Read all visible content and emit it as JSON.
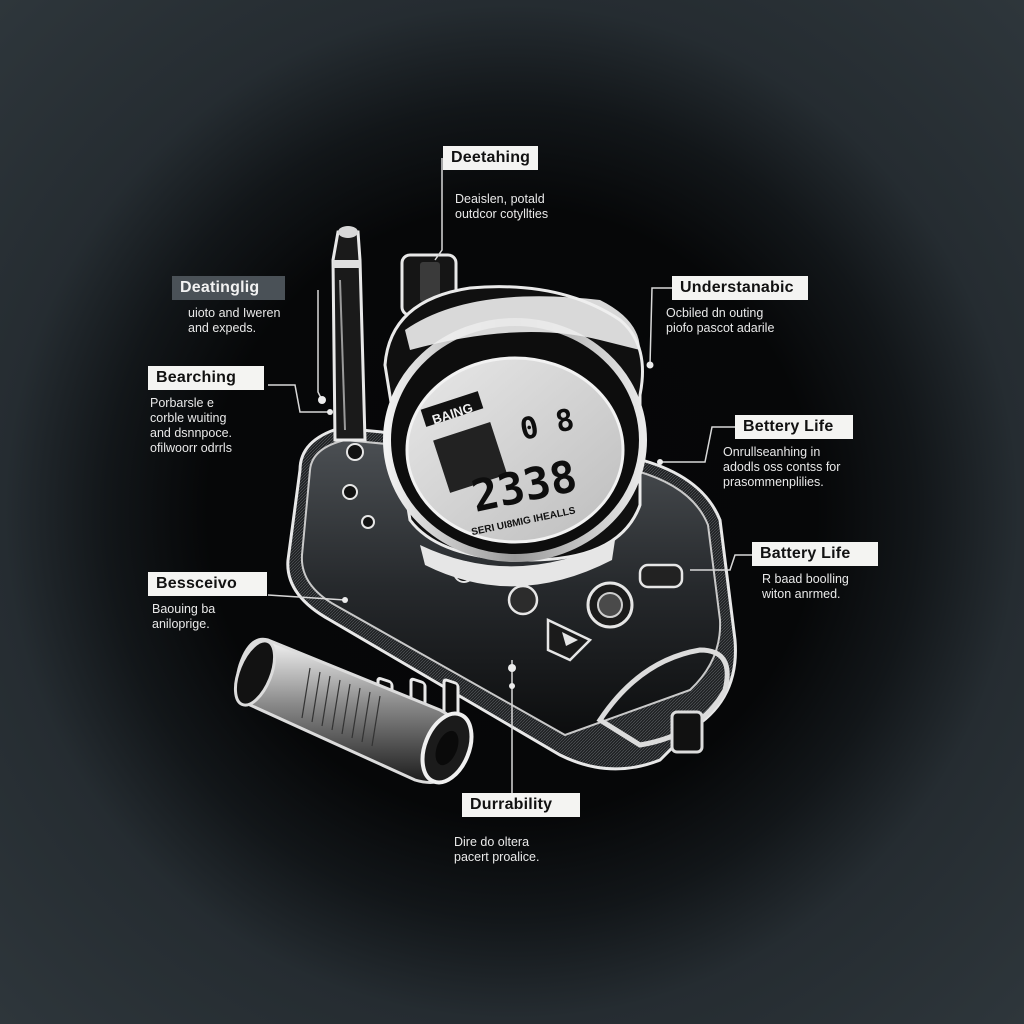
{
  "device": {
    "display_reading": "2338",
    "display_top_digits": "0 8",
    "display_tag": "BAING",
    "display_strip": "SERI UI8MIG IHEALLS"
  },
  "callouts": [
    {
      "id": "top",
      "title": "Deetahing",
      "desc": "Deaislen, potald\noutdcor cotyllties"
    },
    {
      "id": "left1",
      "title": "Deatinglig",
      "desc": "uioto and Iweren\nand expeds."
    },
    {
      "id": "left2",
      "title": "Bearching",
      "desc": "Porbarsle e\ncorble wuiting\nand dsnnpoce.\nofilwoorr odrrls"
    },
    {
      "id": "right1",
      "title": "Understanabic",
      "desc": "Ocbiled dn outing\npiofo pascot adarile"
    },
    {
      "id": "right2",
      "title": "Bettery Life",
      "desc": "Onrullseanhing in\nadodls oss contss for\nprasommenplilies."
    },
    {
      "id": "right3",
      "title": "Battery Life",
      "desc": "R baad boolling\nwiton anrmed."
    },
    {
      "id": "left3",
      "title": "Bessceivo",
      "desc": "Baouing ba\naniloprige."
    },
    {
      "id": "bottom",
      "title": "Durrability",
      "desc": "Dire do oltera\npacert proalice."
    }
  ]
}
